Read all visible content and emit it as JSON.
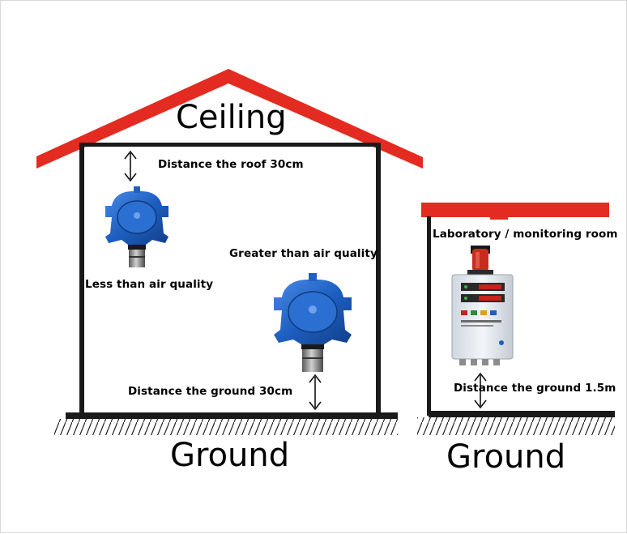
{
  "house": {
    "ceiling_label": "Ceiling",
    "ground_label": "Ground",
    "roof_distance": "Distance the roof 30cm",
    "ground_distance": "Distance the ground 30cm",
    "lighter_gas": "Less than air quality",
    "heavier_gas": "Greater than air quality"
  },
  "room": {
    "title": "Laboratory / monitoring room",
    "ground_distance": "Distance the ground 1.5m",
    "ground_label": "Ground"
  },
  "colors": {
    "roof": "#e32b21",
    "wall": "#1a1a1a",
    "detector": "#1d5fc1",
    "controller_panel": "#e9eef4",
    "beacon": "#c62d1c"
  }
}
